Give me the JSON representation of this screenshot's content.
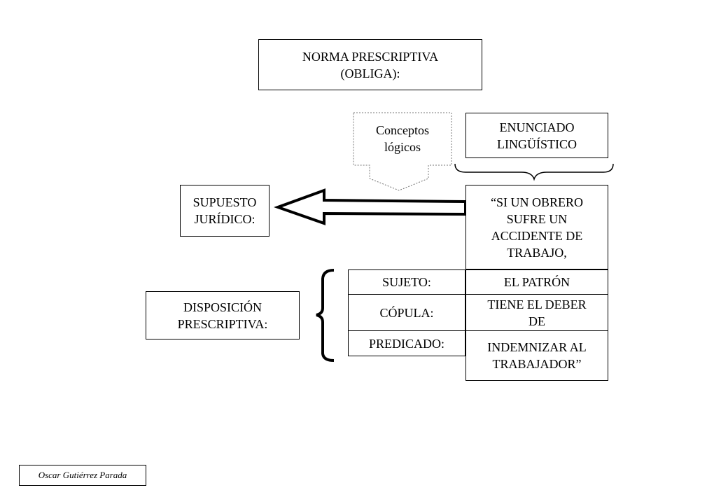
{
  "title_box": "NORMA PRESCRIPTIVA\n(OBLIGA):",
  "conceptos_logicos": "Conceptos\nlógicos",
  "enunciado_box": "ENUNCIADO\nLINGÜÍSTICO",
  "supuesto_box": "SUPUESTO\nJURÍDICO:",
  "supuesto_text": "“SI UN OBRERO\nSUFRE UN\nACCIDENTE DE\nTRABAJO,",
  "disposicion_box": "DISPOSICIÓN\nPRESCRIPTIVA:",
  "rows": [
    {
      "label": "SUJETO:",
      "value": "EL PATRÓN"
    },
    {
      "label": "CÓPULA:",
      "value": "TIENE EL DEBER\nDE"
    },
    {
      "label": "PREDICADO:",
      "value": "INDEMNIZAR AL\nTRABAJADOR”"
    }
  ],
  "author": "Oscar Gutiérrez Parada"
}
